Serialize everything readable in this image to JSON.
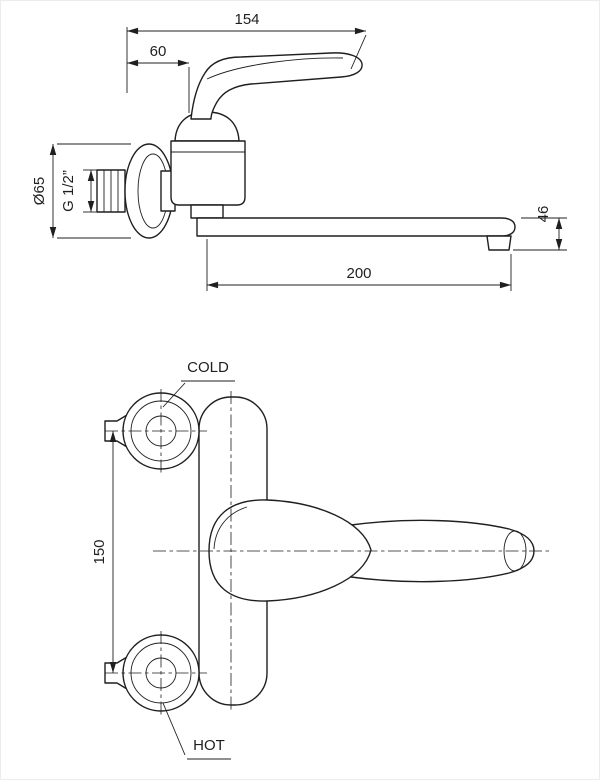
{
  "colors": {
    "line": "#1f1f1f",
    "background": "#ffffff"
  },
  "drawing": {
    "side_view": {
      "dim_total_width": "154",
      "dim_handle_width": "60",
      "dim_flange_diameter": "Ø65",
      "dim_thread_size": "G 1/2”",
      "dim_spout_height": "46",
      "dim_spout_reach": "200"
    },
    "front_view": {
      "label_cold": "COLD",
      "label_hot": "HOT",
      "dim_connection_spacing": "150"
    }
  }
}
